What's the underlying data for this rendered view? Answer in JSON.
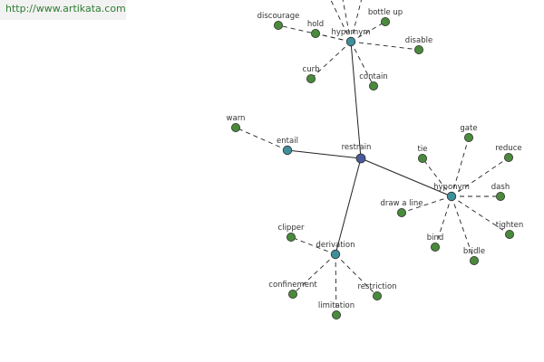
{
  "source": {
    "link_text": "http://www.artikata.com"
  },
  "colors": {
    "link": "#2e7d32",
    "source_bar_bg": "#f2f2f2",
    "root_node_fill": "#4b5a9a",
    "hub_node_fill": "#3f8f9a",
    "leaf_node_fill": "#4a8a3c",
    "node_stroke": "#2f2f2f",
    "solid_edge": "#222222",
    "dashed_edge": "#222222",
    "label_text": "#333333"
  },
  "graph": {
    "root": {
      "id": "restrain",
      "label": "restrain",
      "icon": "circle-node"
    },
    "relations": [
      {
        "id": "hypernym",
        "label": "hypernym",
        "terms": [
          "discourage",
          "hold",
          "bottle up",
          "disable",
          "curb",
          "contain"
        ]
      },
      {
        "id": "entail",
        "label": "entail",
        "terms": [
          "warn"
        ]
      },
      {
        "id": "hyponym",
        "label": "hyponym",
        "terms": [
          "tie",
          "gate",
          "reduce",
          "dash",
          "tighten",
          "bridle",
          "bind",
          "draw a line"
        ]
      },
      {
        "id": "derivation",
        "label": "derivation",
        "terms": [
          "clipper",
          "confinement",
          "limitation",
          "restriction"
        ]
      }
    ]
  }
}
